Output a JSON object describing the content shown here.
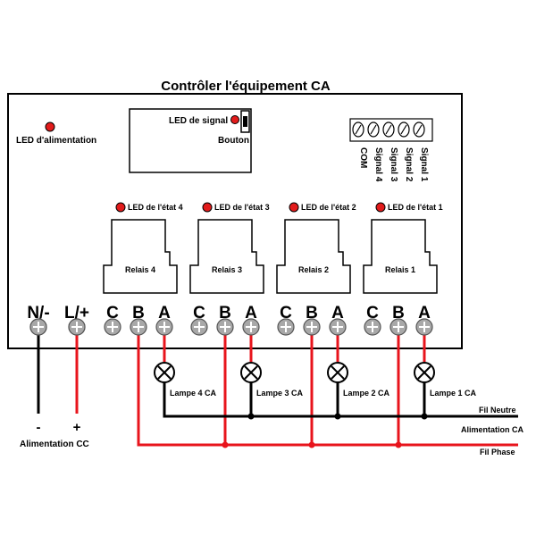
{
  "title": "Contrôler l'équipement CA",
  "controller": {
    "power_led_label": "LED d'alimentation",
    "signal_led_label": "LED de signal",
    "button_label": "Bouton",
    "signal_terminals": [
      "COM",
      "Signal 4",
      "Signal 3",
      "Signal 2",
      "Signal 1"
    ]
  },
  "relays": [
    {
      "led_label": "LED de l'état 4",
      "name": "Relais 4",
      "lamp": "Lampe 4 CA"
    },
    {
      "led_label": "LED de l'état 3",
      "name": "Relais 3",
      "lamp": "Lampe 3 CA"
    },
    {
      "led_label": "LED de l'état 2",
      "name": "Relais 2",
      "lamp": "Lampe 2 CA"
    },
    {
      "led_label": "LED de l'état 1",
      "name": "Relais 1",
      "lamp": "Lampe 1 CA"
    }
  ],
  "terminals": {
    "power": [
      "N/-",
      "L/+"
    ],
    "relay": [
      "C",
      "B",
      "A"
    ]
  },
  "power_supply": {
    "minus": "-",
    "plus": "+",
    "label": "Alimentation CC"
  },
  "lines": {
    "neutral": "Fil Neutre",
    "supply": "Alimentation CA",
    "phase": "Fil Phase"
  },
  "colors": {
    "wire_red": "#e8141c",
    "wire_black": "#000000",
    "led_red": "#e21b1b",
    "terminal_fill": "#a8a8a8"
  }
}
